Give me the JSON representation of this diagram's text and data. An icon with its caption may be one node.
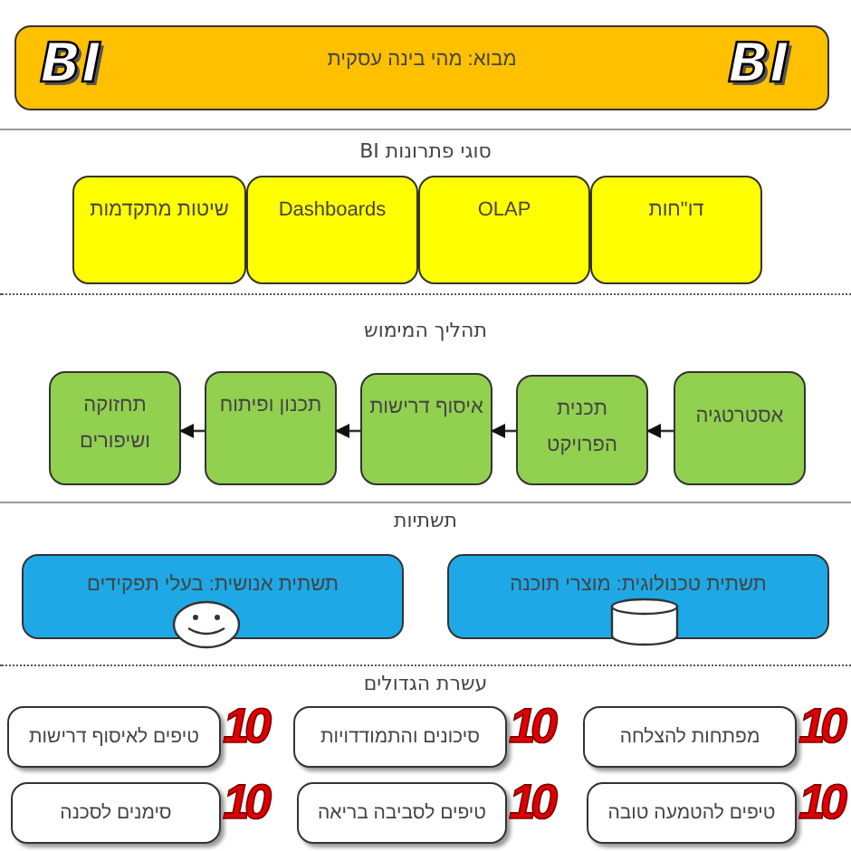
{
  "diagram": {
    "nodes": [
      {
        "text": [
          "מבוא: מהי בינה עסקית"
        ]
      },
      {
        "text": [
          "דו\"חות"
        ]
      },
      {
        "text": [
          "OLAP"
        ]
      },
      {
        "text": [
          "Dashboards"
        ]
      },
      {
        "text": [
          "שיטות מתקדמות"
        ]
      },
      {
        "text": [
          "אסטרטגיה"
        ]
      },
      {
        "text": [
          "תכנית הפרויקט"
        ]
      },
      {
        "text": [
          "איסוף דרישות"
        ]
      },
      {
        "text": [
          "תכנון ופיתוח"
        ]
      },
      {
        "text": [
          "תחזוקה ושיפורים"
        ]
      },
      {
        "text": [
          "תשתית טכנולוגית: מוצרי תוכנה"
        ]
      },
      {
        "text": [
          "תשתית אנושית: בעלי תפקידים"
        ]
      },
      {
        "text": [
          "מפתחות להצלחה"
        ],
        "beside": [
          "10"
        ]
      },
      {
        "text": [
          "סיכונים והתמודדויות"
        ],
        "beside": [
          "10"
        ]
      },
      {
        "text": [
          "טיפים לאיסוף דרישות"
        ],
        "beside": [
          "10"
        ]
      },
      {
        "text": [
          "טיפים להטמעה טובה"
        ],
        "beside": [
          "10"
        ]
      },
      {
        "text": [
          "טיפים לסביבה בריאה"
        ],
        "beside": [
          "10"
        ]
      },
      {
        "text": [
          "סימנים לסכנה"
        ],
        "beside": [
          "10"
        ]
      }
    ],
    "edges": [
      {
        "from": 5,
        "to": 6,
        "arrow": "to"
      },
      {
        "from": 6,
        "to": 7,
        "arrow": "to"
      },
      {
        "from": 7,
        "to": 8,
        "arrow": "to"
      },
      {
        "from": 8,
        "to": 9,
        "arrow": "to"
      }
    ],
    "labels": [
      "BI",
      "BI",
      "סוגי פתרונות BI",
      "תהליך המימוש",
      "תשתיות",
      "עשרת הגדולים"
    ]
  }
}
